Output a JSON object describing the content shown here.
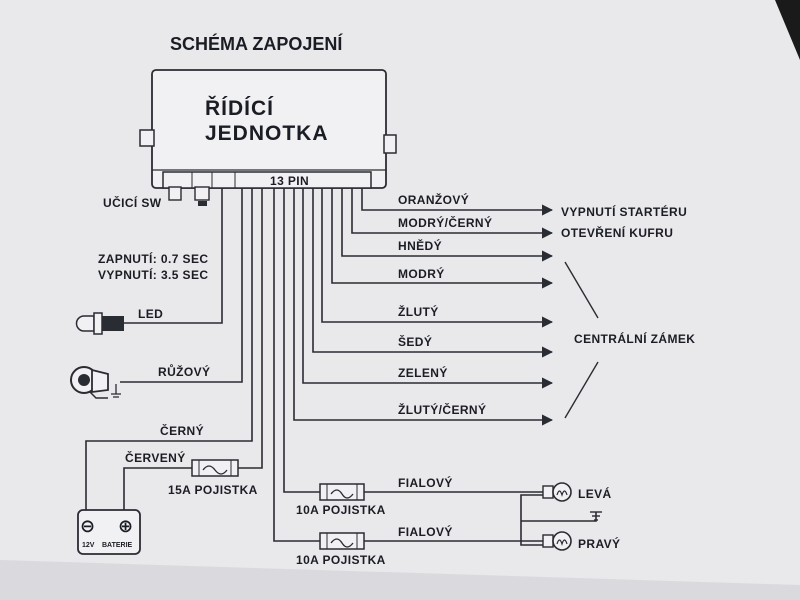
{
  "title": "SCHÉMA ZAPOJENÍ",
  "control_unit": {
    "line1": "ŘÍDÍCÍ",
    "line2": "JEDNOTKA",
    "pins": "13 PIN"
  },
  "learn_switch": "UČICÍ SW",
  "timing": {
    "on": "ZAPNUTÍ: 0.7 SEC",
    "off": "VYPNUTÍ: 3.5 SEC"
  },
  "left_wires": {
    "led": "LED",
    "pink": "RŮŽOVÝ",
    "black": "ČERNÝ",
    "red": "ČERVENÝ"
  },
  "fuse_main": "15A POJISTKA",
  "battery": {
    "minus": "⊖",
    "plus": "⊕",
    "voltage": "12V",
    "label": "BATERIE"
  },
  "right_wires": {
    "orange": "ORANŽOVÝ",
    "blue_black": "MODRÝ/ČERNÝ",
    "brown": "HNĚDÝ",
    "blue": "MODRÝ",
    "yellow": "ŽLUTÝ",
    "grey": "ŠEDÝ",
    "green": "ZELENÝ",
    "yellow_black": "ŽLUTÝ/ČERNÝ",
    "violet_1": "FIALOVÝ",
    "violet_2": "FIALOVÝ"
  },
  "targets": {
    "starter": "VYPNUTÍ STARTÉRU",
    "trunk": "OTEVŘENÍ KUFRU",
    "central_lock": "CENTRÁLNÍ ZÁMEK"
  },
  "fuses_10a": {
    "upper": "10A POJISTKA",
    "lower": "10A POJISTKA"
  },
  "lamps": {
    "left": "LEVÁ",
    "right": "PRAVÝ"
  },
  "colors": {
    "paper": "#e9e9ec",
    "ink": "#1b1d24",
    "background": "#1a1a1a"
  }
}
